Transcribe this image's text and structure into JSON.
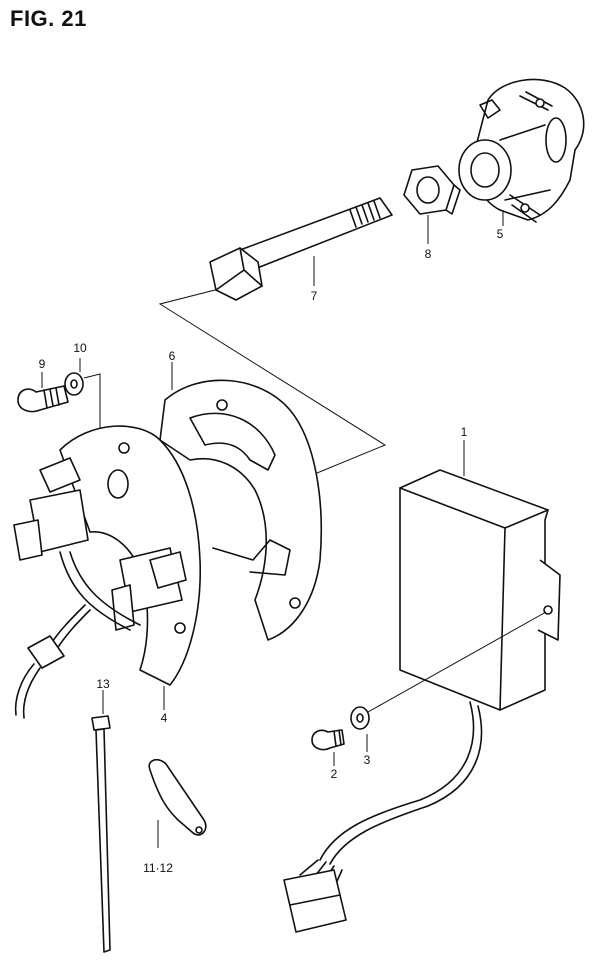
{
  "figure": {
    "title": "FIG. 21"
  },
  "parts": [
    {
      "id": "p1",
      "label": "1"
    },
    {
      "id": "p2",
      "label": "2"
    },
    {
      "id": "p3",
      "label": "3"
    },
    {
      "id": "p4",
      "label": "4"
    },
    {
      "id": "p5",
      "label": "5"
    },
    {
      "id": "p6",
      "label": "6"
    },
    {
      "id": "p7",
      "label": "7"
    },
    {
      "id": "p8",
      "label": "8"
    },
    {
      "id": "p9",
      "label": "9"
    },
    {
      "id": "p10",
      "label": "10"
    },
    {
      "id": "p11_12",
      "label": "11·12"
    },
    {
      "id": "p13",
      "label": "13"
    }
  ]
}
